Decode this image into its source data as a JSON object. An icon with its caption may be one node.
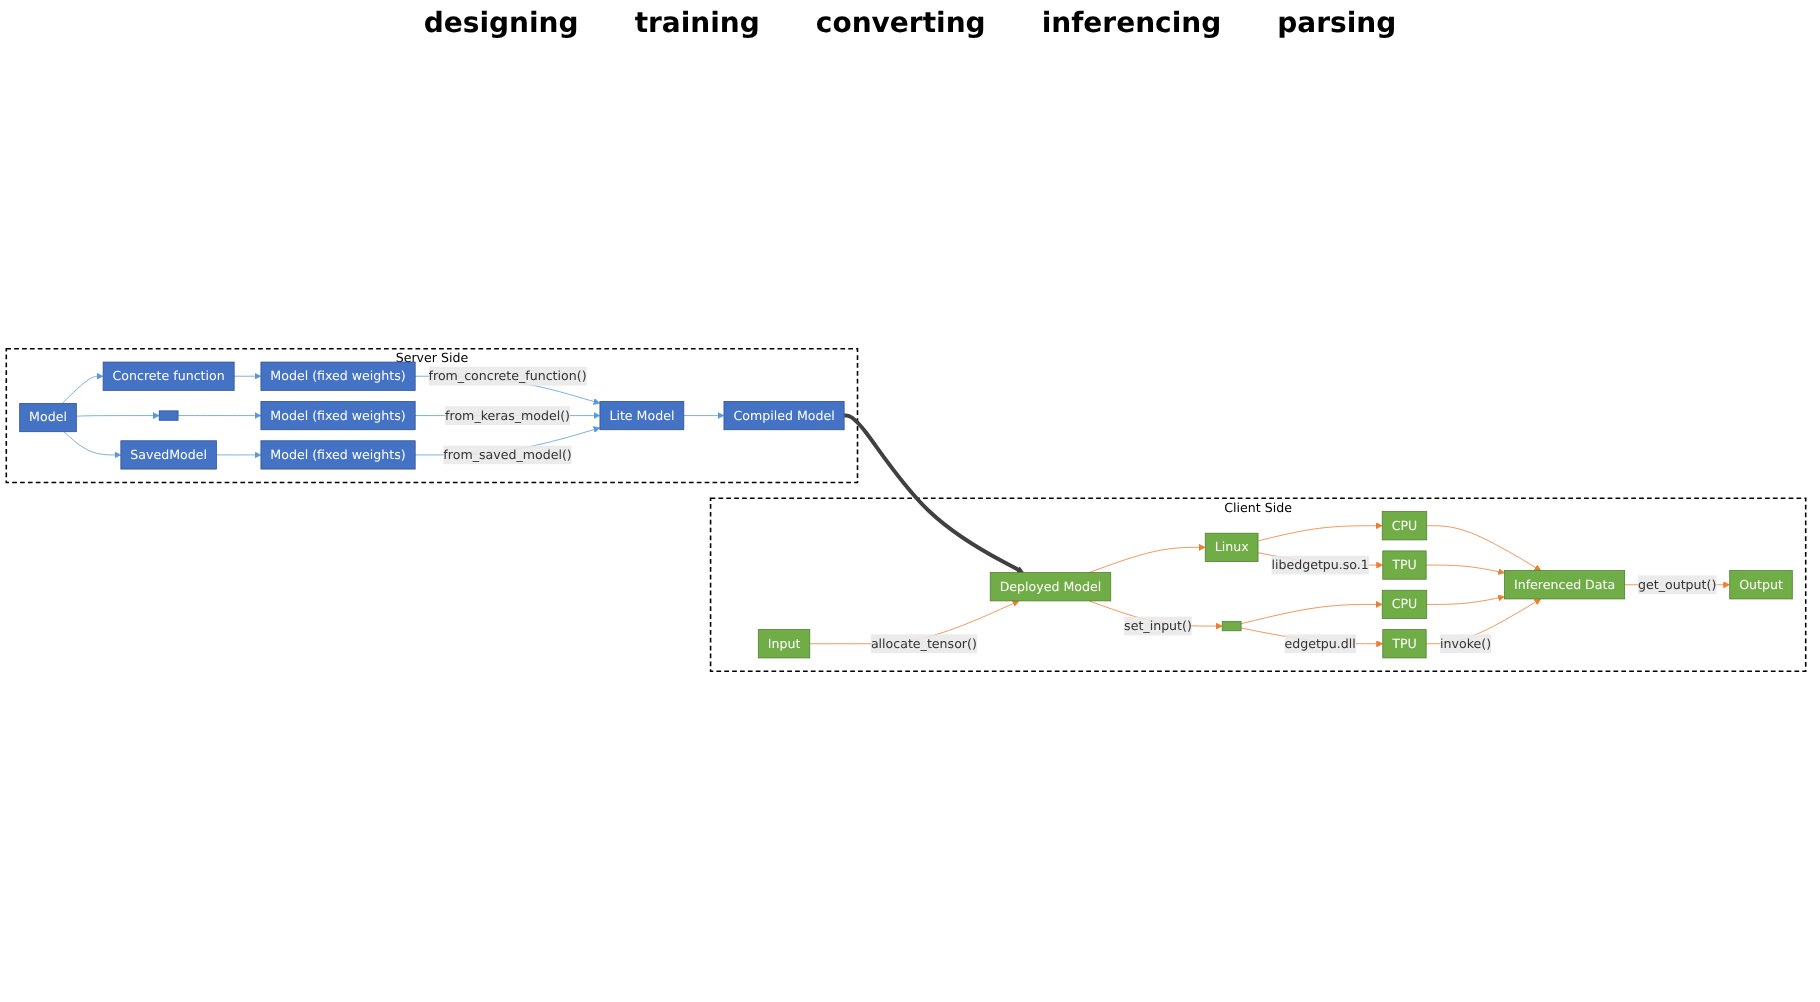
{
  "diagram": {
    "nodes": [
      {
        "text": [
          "Server Side"
        ]
      },
      {
        "text": [
          "Model"
        ],
        "in": 0
      },
      {
        "text": [
          "Concrete function"
        ],
        "in": 0
      },
      {
        "text": [],
        "shape": "box",
        "in": 0
      },
      {
        "text": [
          "SavedModel"
        ],
        "in": 0
      },
      {
        "text": [
          "Model (fixed weights)"
        ],
        "in": 0
      },
      {
        "text": [
          "Model (fixed weights)"
        ],
        "in": 0
      },
      {
        "text": [
          "Model (fixed weights)"
        ],
        "in": 0
      },
      {
        "text": [
          "Lite Model"
        ],
        "in": 0
      },
      {
        "text": [
          "Compiled Model"
        ],
        "in": 0
      },
      {
        "text": [
          "Client Side"
        ]
      },
      {
        "text": [
          "Output"
        ],
        "in": 10
      },
      {
        "text": [
          "Inferenced Data"
        ],
        "in": 10
      },
      {
        "text": [
          "CPU"
        ],
        "in": 10
      },
      {
        "text": [
          "TPU"
        ],
        "in": 10
      },
      {
        "text": [
          "CPU"
        ],
        "in": 10
      },
      {
        "text": [
          "TPU"
        ],
        "in": 10
      },
      {
        "text": [
          "Linux"
        ],
        "in": 10
      },
      {
        "text": [],
        "shape": "box",
        "in": 10
      },
      {
        "text": [
          "Deployed Model"
        ],
        "in": 10
      },
      {
        "text": [
          "Input"
        ],
        "in": 10
      }
    ],
    "edges": [
      {
        "from": 1,
        "to": 2,
        "arrow": "to",
        "color": "#5b9bd5"
      },
      {
        "from": 1,
        "to": 3,
        "arrow": "to",
        "color": "#5b9bd5"
      },
      {
        "from": 1,
        "to": 4,
        "arrow": "to",
        "color": "#5b9bd5"
      },
      {
        "from": 2,
        "to": 5,
        "arrow": "to",
        "color": "#5b9bd5"
      },
      {
        "from": 3,
        "to": 6,
        "arrow": "to",
        "color": "#5b9bd5"
      },
      {
        "from": 4,
        "to": 7,
        "arrow": "to",
        "color": "#5b9bd5"
      },
      {
        "from": 5,
        "to": 8,
        "arrow": "to",
        "label": "from_concrete_function()",
        "color": "#5b9bd5"
      },
      {
        "from": 6,
        "to": 8,
        "arrow": "to",
        "label": "from_keras_model()",
        "color": "#5b9bd5"
      },
      {
        "from": 7,
        "to": 8,
        "arrow": "to",
        "label": "from_saved_model()",
        "color": "#5b9bd5"
      },
      {
        "from": 8,
        "to": 9,
        "arrow": "to",
        "color": "#5b9bd5"
      },
      {
        "from": 9,
        "to": 19,
        "arrow": "to",
        "style": "thick",
        "color": "#404040"
      },
      {
        "from": 20,
        "to": 19,
        "arrow": "to",
        "label": "allocate_tensor()"
      },
      {
        "from": 19,
        "to": 17,
        "arrow": "to"
      },
      {
        "from": 19,
        "to": 18,
        "arrow": "to",
        "label": "set_input()"
      },
      {
        "from": 17,
        "to": 13,
        "arrow": "to"
      },
      {
        "from": 17,
        "to": 14,
        "arrow": "to",
        "label": "libedgetpu.so.1"
      },
      {
        "from": 18,
        "to": 15,
        "arrow": "to"
      },
      {
        "from": 18,
        "to": 16,
        "arrow": "to",
        "label": "edgetpu.dll"
      },
      {
        "from": 13,
        "to": 12,
        "arrow": "to"
      },
      {
        "from": 14,
        "to": 12,
        "arrow": "to"
      },
      {
        "from": 15,
        "to": 12,
        "arrow": "to"
      },
      {
        "from": 16,
        "to": 12,
        "arrow": "to",
        "label": "invoke()"
      },
      {
        "from": 12,
        "to": 11,
        "arrow": "to",
        "label": "get_output()"
      }
    ],
    "labels": [
      "designing",
      "training",
      "converting",
      "inferencing",
      "parsing"
    ]
  }
}
